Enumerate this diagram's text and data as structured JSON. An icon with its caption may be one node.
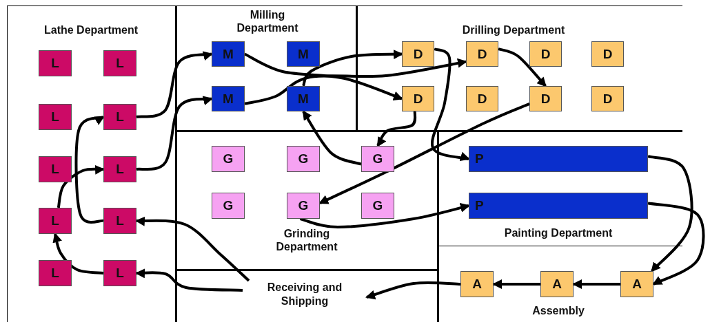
{
  "diagram": {
    "nodes": [
      {
        "text": [
          "Lathe Department"
        ]
      },
      {
        "text": [
          "L"
        ],
        "in": 0
      },
      {
        "text": [
          "L"
        ],
        "in": 0
      },
      {
        "text": [
          "L"
        ],
        "in": 0
      },
      {
        "text": [
          "L"
        ],
        "in": 0
      },
      {
        "text": [
          "L"
        ],
        "in": 0
      },
      {
        "text": [
          "L"
        ],
        "in": 0
      },
      {
        "text": [
          "L"
        ],
        "in": 0
      },
      {
        "text": [
          "L"
        ],
        "in": 0
      },
      {
        "text": [
          "L"
        ],
        "in": 0
      },
      {
        "text": [
          "L"
        ],
        "in": 0
      },
      {
        "text": [
          "Milling Department"
        ]
      },
      {
        "text": [
          "M"
        ],
        "in": 11
      },
      {
        "text": [
          "M"
        ],
        "in": 11
      },
      {
        "text": [
          "M"
        ],
        "in": 11
      },
      {
        "text": [
          "M"
        ],
        "in": 11
      },
      {
        "text": [
          "Drilling Department"
        ]
      },
      {
        "text": [
          "D"
        ],
        "in": 16
      },
      {
        "text": [
          "D"
        ],
        "in": 16
      },
      {
        "text": [
          "D"
        ],
        "in": 16
      },
      {
        "text": [
          "D"
        ],
        "in": 16
      },
      {
        "text": [
          "D"
        ],
        "in": 16
      },
      {
        "text": [
          "D"
        ],
        "in": 16
      },
      {
        "text": [
          "D"
        ],
        "in": 16
      },
      {
        "text": [
          "D"
        ],
        "in": 16
      },
      {
        "text": [
          "Grinding Department"
        ]
      },
      {
        "text": [
          "G"
        ],
        "in": 25
      },
      {
        "text": [
          "G"
        ],
        "in": 25
      },
      {
        "text": [
          "G"
        ],
        "in": 25
      },
      {
        "text": [
          "G"
        ],
        "in": 25
      },
      {
        "text": [
          "G"
        ],
        "in": 25
      },
      {
        "text": [
          "G"
        ],
        "in": 25
      },
      {
        "text": [
          "Painting Department"
        ]
      },
      {
        "text": [
          "P"
        ],
        "in": 32
      },
      {
        "text": [
          "P"
        ],
        "in": 32
      },
      {
        "text": [
          "Receiving and Shipping"
        ]
      },
      {
        "text": [
          "Assembly"
        ]
      },
      {
        "text": [
          "A"
        ],
        "in": 36
      },
      {
        "text": [
          "A"
        ],
        "in": 36
      },
      {
        "text": [
          "A"
        ],
        "in": 36
      }
    ],
    "edges": [
      {
        "from": 10,
        "to": 7,
        "arrow": "to"
      },
      {
        "from": 7,
        "to": 6,
        "arrow": "to"
      },
      {
        "from": 8,
        "to": 4,
        "arrow": "to"
      },
      {
        "from": 4,
        "to": 12,
        "arrow": "to"
      },
      {
        "from": 6,
        "to": 14,
        "arrow": "to"
      },
      {
        "from": 12,
        "to": 21,
        "arrow": "to"
      },
      {
        "from": 14,
        "to": 18,
        "arrow": "to"
      },
      {
        "from": 15,
        "to": 17,
        "arrow": "to"
      },
      {
        "from": 17,
        "to": 33,
        "arrow": "to"
      },
      {
        "from": 18,
        "to": 23,
        "arrow": "to"
      },
      {
        "from": 21,
        "to": 28,
        "arrow": "to"
      },
      {
        "from": 23,
        "to": 30,
        "arrow": "to"
      },
      {
        "from": 28,
        "to": 15,
        "arrow": "to"
      },
      {
        "from": 30,
        "to": 34,
        "arrow": "to"
      },
      {
        "from": 33,
        "to": 39,
        "arrow": "to"
      },
      {
        "from": 34,
        "to": 39,
        "arrow": "to"
      },
      {
        "from": 39,
        "to": 38,
        "arrow": "to"
      },
      {
        "from": 38,
        "to": 37,
        "arrow": "to"
      },
      {
        "from": 37,
        "to": 35,
        "arrow": "to"
      },
      {
        "from": 35,
        "to": 8,
        "arrow": "to"
      },
      {
        "from": 35,
        "to": 10,
        "arrow": "to"
      }
    ]
  }
}
